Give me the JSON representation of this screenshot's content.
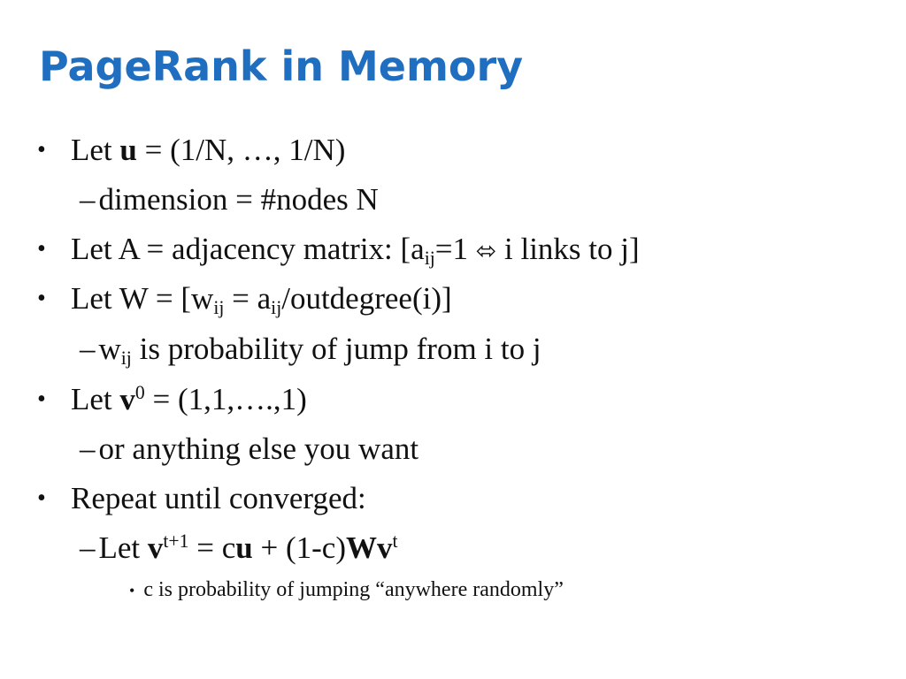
{
  "slide": {
    "title": "PageRank in Memory",
    "bullet_glyph": "•",
    "dash_glyph": "–",
    "small_bullet_glyph": "•",
    "items": [
      {
        "a": "Let ",
        "b": "u",
        "c": " = (1/N, …, 1/N)"
      },
      {
        "a": "dimension = #nodes N"
      },
      {
        "a": "Let A = adjacency matrix: [a",
        "sub1": "ij",
        "b": "=1 ",
        "iff": "⬄",
        "c": " i links to j]"
      },
      {
        "a": "Let W = [w",
        "sub1": "ij",
        "b": " = a",
        "sub2": "ij",
        "c": "/outdegree(i)]"
      },
      {
        "a": "w",
        "sub1": "ij",
        "b": " is probability of jump from i to j"
      },
      {
        "a": "Let ",
        "b": "v",
        "sup": "0",
        "c": " = (1,1,….,1)"
      },
      {
        "a": "or anything else you want"
      },
      {
        "a": "Repeat until converged:"
      },
      {
        "a": "Let ",
        "b": "v",
        "sup1": "t+1",
        "c": " = c",
        "d": "u",
        "e": " + (1-c)",
        "f": "Wv",
        "sup2": "t"
      },
      {
        "a": "c is probability of jumping “anywhere randomly”"
      }
    ]
  }
}
